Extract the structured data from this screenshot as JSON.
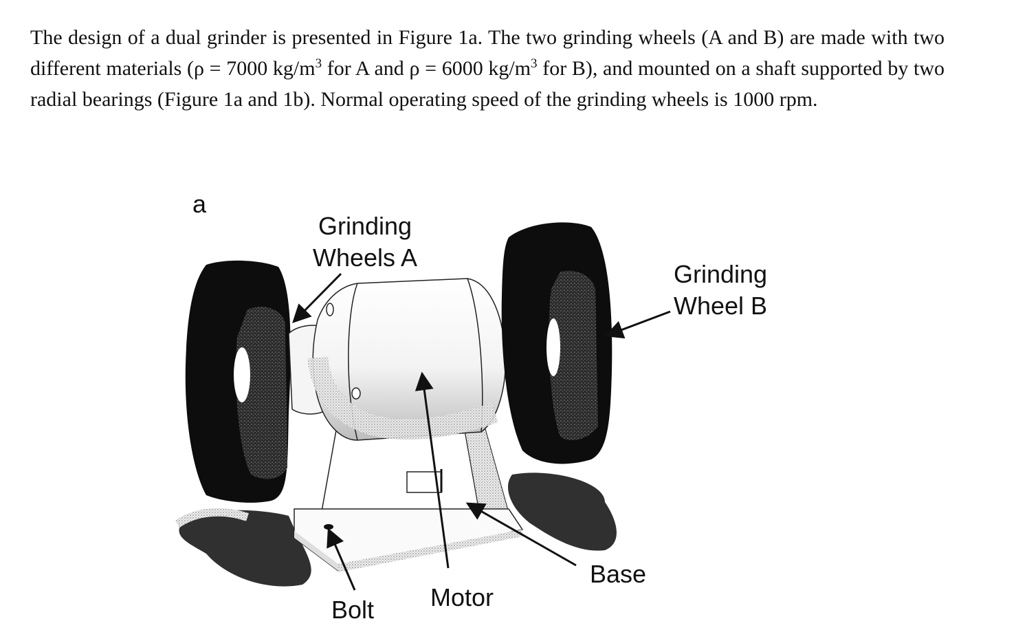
{
  "problem": {
    "t1": "The design of a dual grinder is presented in Figure 1a. The two grinding wheels (A and B) are made with two different materials (ρ = 7000 kg/m",
    "exp1": "3",
    "t2": " for A and ρ = 6000 kg/m",
    "exp2": "3",
    "t3": " for B), and mounted on a shaft supported by two radial bearings (Figure 1a and 1b). Normal operating speed of the grinding wheels is 1000 rpm."
  },
  "figure": {
    "panel_letter": "a",
    "labels": {
      "wheel_a_line1": "Grinding",
      "wheel_a_line2": "Wheels A",
      "wheel_b_line1": "Grinding",
      "wheel_b_line2": "Wheel B",
      "base": "Base",
      "motor": "Motor",
      "bolt": "Bolt"
    }
  }
}
